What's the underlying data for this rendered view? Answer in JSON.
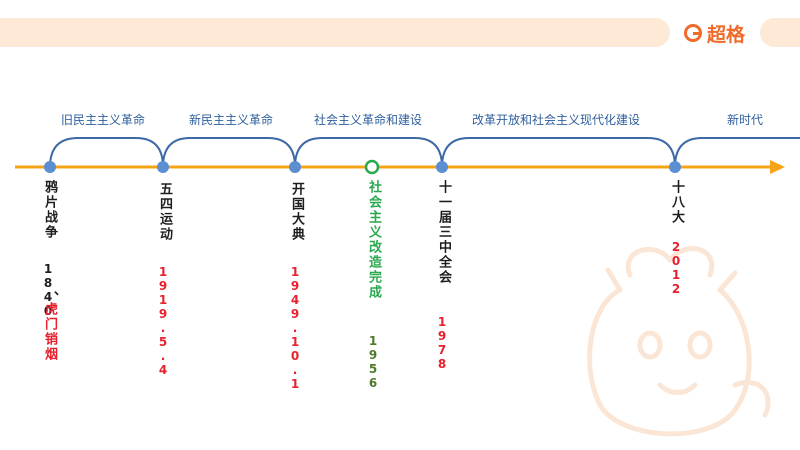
{
  "brand": {
    "logo_text": "超格"
  },
  "eras": [
    {
      "label": "旧民主主义革命"
    },
    {
      "label": "新民主主义革命"
    },
    {
      "label": "社会主义革命和建设"
    },
    {
      "label": "改革开放和社会主义现代化建设"
    },
    {
      "label": "新时代"
    }
  ],
  "events": [
    {
      "name": "鸦片战争",
      "date": "1840",
      "note": "、",
      "extra": "虎门销烟"
    },
    {
      "name": "五四运动",
      "date": "1919.5.4"
    },
    {
      "name": "开国大典",
      "date": "1949.10.1"
    },
    {
      "name": "社会主义改造完成",
      "date": "1956"
    },
    {
      "name": "十一届三中全会",
      "date": "1978"
    },
    {
      "name": "十八大",
      "date": "2012"
    }
  ],
  "colors": {
    "axis": "#f7a318",
    "node": "#5b8fd0",
    "arc": "#3d6aa6",
    "label_blue": "#2f5f9e",
    "date_red": "#e8212e",
    "green": "#2aa84f",
    "olive": "#4e7a2a",
    "brand_orange": "#f06a2a",
    "banner": "#fde9d6"
  }
}
